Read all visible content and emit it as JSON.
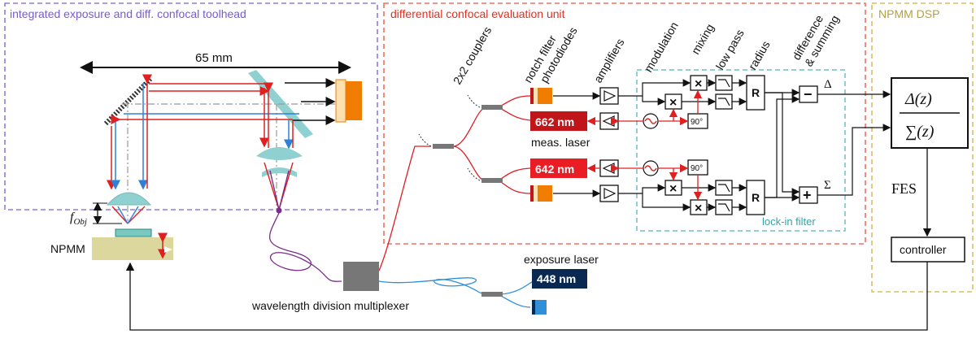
{
  "boxes": {
    "toolhead": {
      "title": "integrated exposure and diff. confocal toolhead",
      "color": "#8f7be0",
      "title_color": "#7a5ad0"
    },
    "eval_unit": {
      "title": "differential confocal evaluation unit",
      "color": "#f07060",
      "title_color": "#e03020"
    },
    "dsp": {
      "title": "NPMM DSP",
      "color": "#d8c060",
      "title_color": "#b8a040"
    },
    "lockin": {
      "title": "lock-in filter",
      "color": "#70c0c0",
      "title_color": "#3aa0a8"
    }
  },
  "toolhead": {
    "dimension": "65 mm",
    "f_obj": "f",
    "f_obj_sub": "Obj",
    "stage_label": "NPMM"
  },
  "column_labels": {
    "couplers": "2x2 couplers",
    "notch": "notch filter",
    "photodiodes": "photodiodes",
    "amplifiers": "amplifiers",
    "modulation": "modulation",
    "mixing": "mixing",
    "low_pass": "low pass",
    "radius": "radius",
    "difference": "difference",
    "summing": "& summing"
  },
  "lasers": {
    "red1": {
      "label": "662 nm",
      "color": "#c0161a"
    },
    "red2": {
      "label": "642 nm",
      "color": "#ea1c24"
    },
    "blue": {
      "label": "448 nm",
      "color": "#0a2950"
    },
    "meas_label": "meas. laser",
    "exposure_label": "exposure laser"
  },
  "blocks": {
    "radius_symbol": "R",
    "phase": "90°",
    "delta": "Δ",
    "sigma": "Σ",
    "minus": "−",
    "plus": "+",
    "times": "×"
  },
  "dsp": {
    "numerator": "Δ(z)",
    "denominator": "∑(z)",
    "fes": "FES",
    "controller": "controller"
  },
  "wdm_label": "wavelength division multiplexer",
  "colors": {
    "fiber_red": "#e01c24",
    "fiber_purple": "#7b2d8a",
    "fiber_blue": "#2f8fd8",
    "beam_red": "#e02020",
    "beam_blue": "#2f80d8",
    "optic_teal": "#8fd0d0",
    "detector_orange": "#f07d00"
  }
}
